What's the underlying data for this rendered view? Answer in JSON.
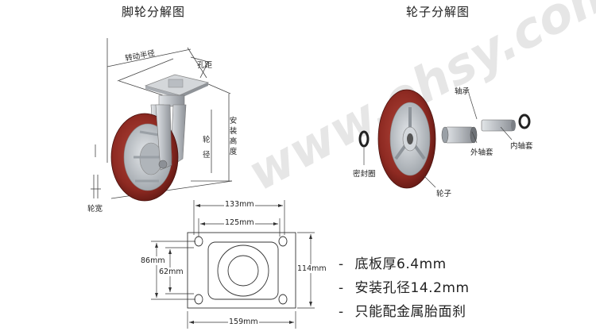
{
  "titles": {
    "caster": "脚轮分解图",
    "wheel": "轮子分解图"
  },
  "caster_labels": {
    "swivel_radius": "转动半径",
    "hole_spacing": "孔距",
    "install_height": "安装高度",
    "wheel_diameter_1": "轮",
    "wheel_diameter_2": "径",
    "wheel_width": "轮宽"
  },
  "wheel_labels": {
    "bearing": "轴承",
    "outer_sleeve": "外轴套",
    "inner_sleeve": "内轴套",
    "seal_ring": "密封圈",
    "wheel": "轮子"
  },
  "plate_dims": {
    "top_outer": "133mm",
    "top_inner": "125mm",
    "left_outer": "86mm",
    "left_inner": "62mm",
    "right": "114mm",
    "bottom": "159mm"
  },
  "specs": [
    "底板厚6.4mm",
    "安装孔径14.2mm",
    "只能配金属胎面刹"
  ],
  "spec_bullet": "-",
  "watermark": "www.ehsy.com",
  "colors": {
    "tread": "#8e2a22",
    "tread_dark": "#5e1712",
    "hub": "#c9ced3",
    "steel": "#b8bcc1",
    "line": "#333333"
  },
  "icons": {
    "caster": "caster-exploded-illustration",
    "wheel": "wheel-exploded-illustration",
    "plate": "mounting-plate-drawing"
  }
}
